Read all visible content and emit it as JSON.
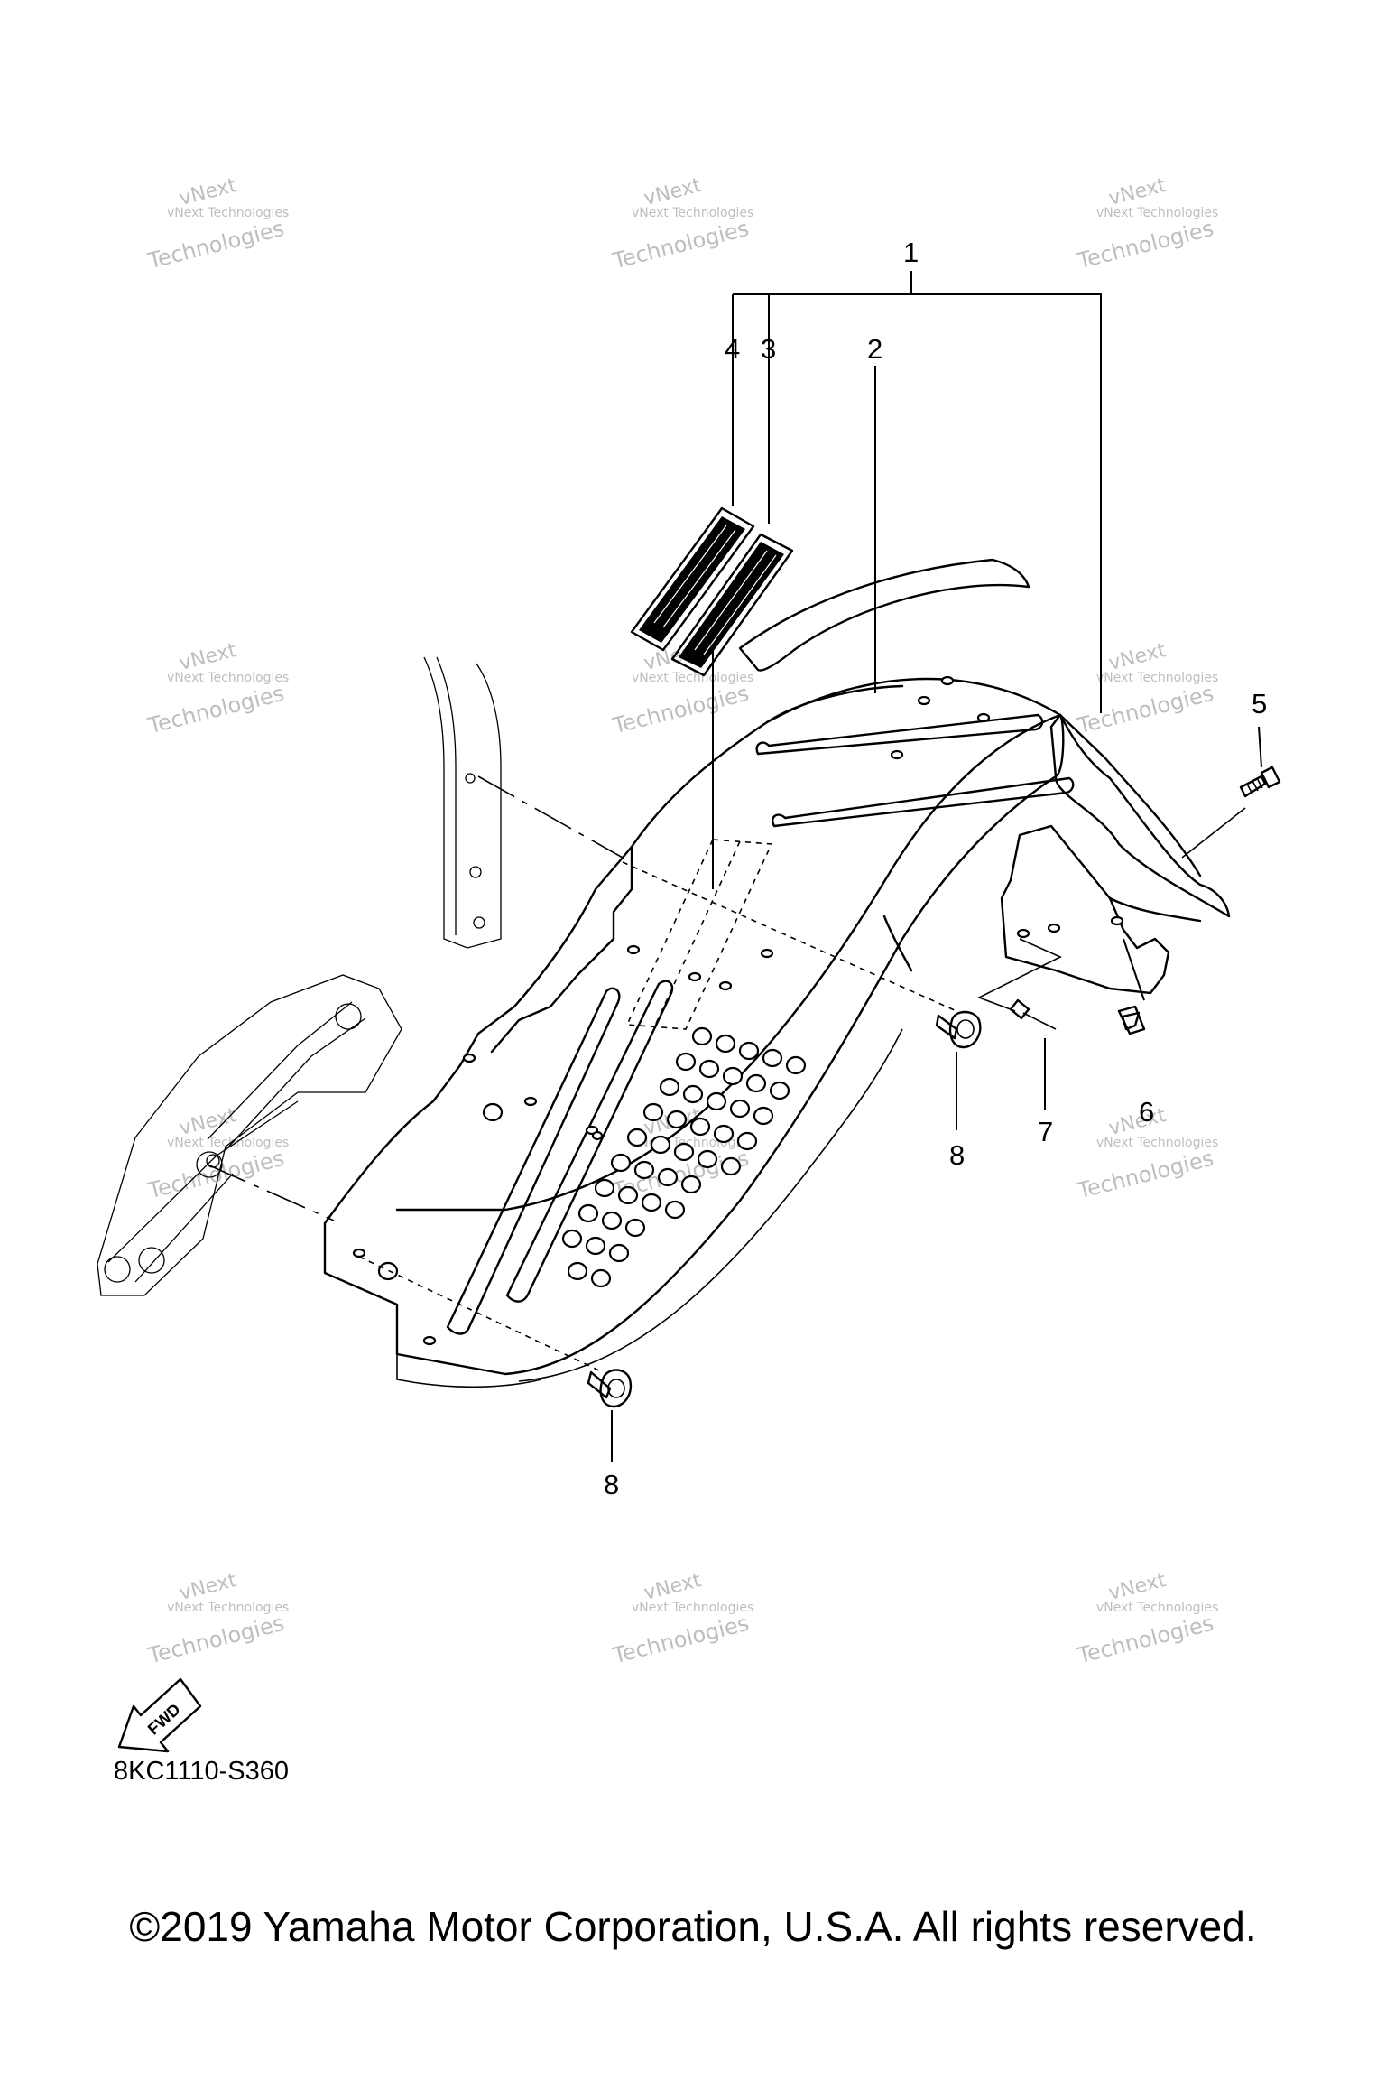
{
  "diagram": {
    "code": "8KC1110-S360",
    "copyright": "©2019 Yamaha Motor Corporation, U.S.A. All rights reserved.",
    "fwd_label": "FWD",
    "callouts": [
      "1",
      "2",
      "3",
      "4",
      "5",
      "6",
      "7",
      "8",
      "8"
    ],
    "watermark": {
      "line1": "vNext",
      "line2": "vNext Technologies",
      "line3": "Technologies"
    }
  }
}
